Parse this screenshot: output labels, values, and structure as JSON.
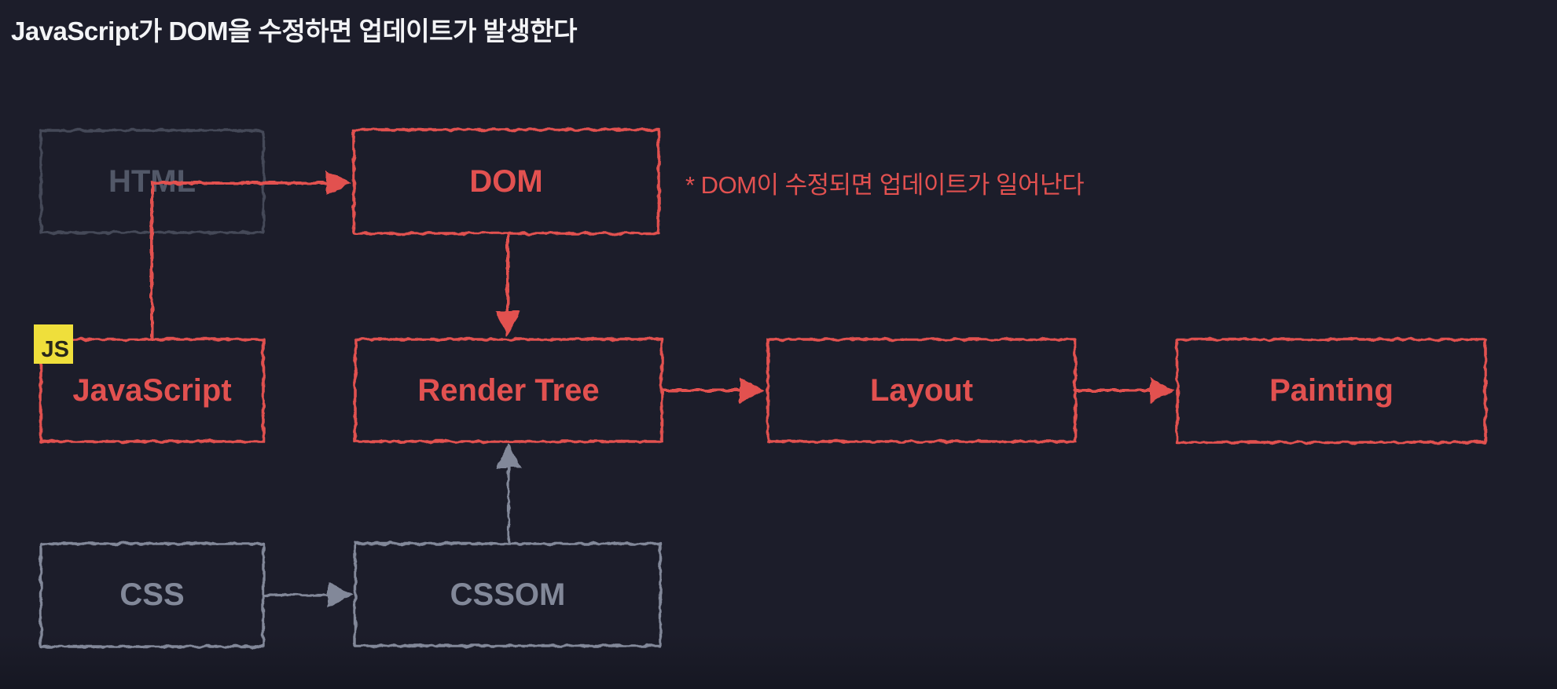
{
  "title": "JavaScript가 DOM을 수정하면 업데이트가 발생한다",
  "annotation": "* DOM이 수정되면 업데이트가 일어난다",
  "badge": {
    "label": "JS"
  },
  "nodes": {
    "html": {
      "label": "HTML",
      "variant": "dim"
    },
    "dom": {
      "label": "DOM",
      "variant": "red"
    },
    "javascript": {
      "label": "JavaScript",
      "variant": "red"
    },
    "render_tree": {
      "label": "Render Tree",
      "variant": "red"
    },
    "layout": {
      "label": "Layout",
      "variant": "red"
    },
    "painting": {
      "label": "Painting",
      "variant": "red"
    },
    "css": {
      "label": "CSS",
      "variant": "gray"
    },
    "cssom": {
      "label": "CSSOM",
      "variant": "gray"
    }
  },
  "edges": [
    {
      "from": "JavaScript",
      "to": "DOM",
      "color": "red"
    },
    {
      "from": "DOM",
      "to": "Render Tree",
      "color": "red"
    },
    {
      "from": "Render Tree",
      "to": "Layout",
      "color": "red"
    },
    {
      "from": "Layout",
      "to": "Painting",
      "color": "red"
    },
    {
      "from": "CSS",
      "to": "CSSOM",
      "color": "gray"
    },
    {
      "from": "CSSOM",
      "to": "Render Tree",
      "color": "gray"
    }
  ],
  "colors": {
    "background": "#1c1d2a",
    "accent_red": "#e25150",
    "muted_gray": "#828899",
    "dim_border": "#454a59",
    "dim_gray": "#525868",
    "badge_yellow": "#efdf3b",
    "badge_text": "#27271b",
    "title_white": "#f3f4f6"
  }
}
